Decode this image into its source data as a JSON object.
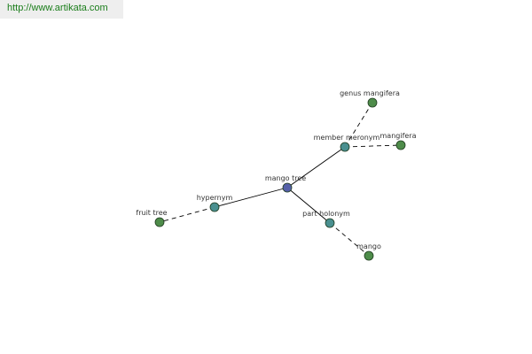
{
  "site": {
    "url": "http://www.artikata.com"
  },
  "colors": {
    "center": "#5560a8",
    "relation": "#4a9090",
    "term": "#4e8c4a"
  },
  "graph": {
    "nodes": [
      {
        "id": "mango-tree",
        "label": "mango tree",
        "kind": "center"
      },
      {
        "id": "hypernym",
        "label": "hypernym",
        "kind": "relation"
      },
      {
        "id": "member-meronym",
        "label": "member meronym",
        "kind": "relation"
      },
      {
        "id": "part-holonym",
        "label": "part holonym",
        "kind": "relation"
      },
      {
        "id": "fruit-tree",
        "label": "fruit tree",
        "kind": "term"
      },
      {
        "id": "genus-mangifera",
        "label": "genus mangifera",
        "kind": "term"
      },
      {
        "id": "mangifera",
        "label": "mangifera",
        "kind": "term"
      },
      {
        "id": "mango",
        "label": "mango",
        "kind": "term"
      }
    ],
    "edges": [
      {
        "from": "mango-tree",
        "to": "hypernym",
        "style": "solid"
      },
      {
        "from": "mango-tree",
        "to": "member-meronym",
        "style": "solid"
      },
      {
        "from": "mango-tree",
        "to": "part-holonym",
        "style": "solid"
      },
      {
        "from": "hypernym",
        "to": "fruit-tree",
        "style": "dashed"
      },
      {
        "from": "member-meronym",
        "to": "genus-mangifera",
        "style": "dashed"
      },
      {
        "from": "member-meronym",
        "to": "mangifera",
        "style": "dashed"
      },
      {
        "from": "part-holonym",
        "to": "mango",
        "style": "dashed"
      }
    ]
  }
}
